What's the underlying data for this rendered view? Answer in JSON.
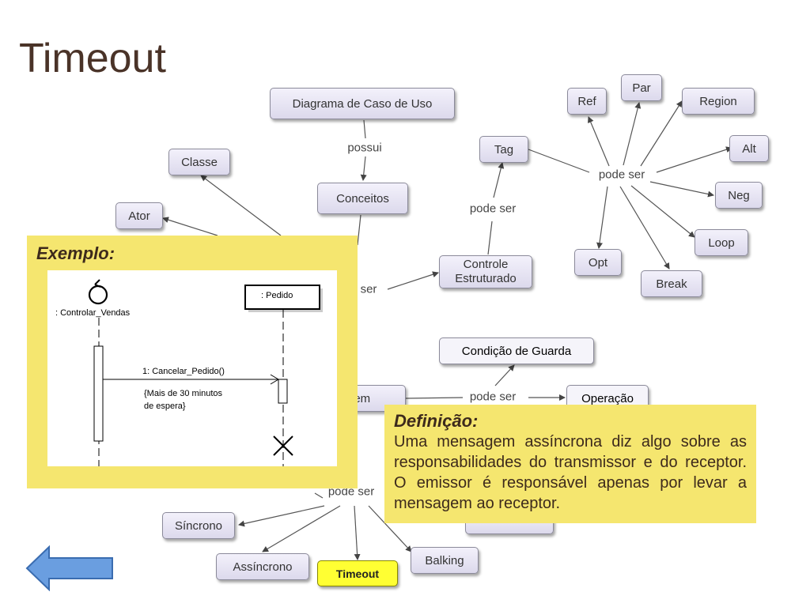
{
  "slide": {
    "title": "Timeout"
  },
  "nodes": {
    "diagrama_caso_uso": "Diagrama de Caso de Uso",
    "conceitos": "Conceitos",
    "classe": "Classe",
    "ator": "Ator",
    "tag": "Tag",
    "controle_estruturado": "Controle\nEstruturado",
    "ref": "Ref",
    "par": "Par",
    "region": "Region",
    "alt": "Alt",
    "neg": "Neg",
    "loop": "Loop",
    "opt": "Opt",
    "break": "Break",
    "condicao_guarda": "Condição de Guarda",
    "mensagem_partial": "gem",
    "operacao": "Operação",
    "sincrono": "Síncrono",
    "assincrono": "Assíncrono",
    "timeout": "Timeout",
    "balking": "Balking"
  },
  "links": {
    "possui": "possui",
    "pode_ser_tag": "pode ser",
    "pode_ser_star": "pode ser",
    "ser_partial": "ser",
    "pode_ser_msg": "pode ser",
    "pode_ser_bottom": "pode ser"
  },
  "example": {
    "heading": "Exemplo:",
    "actor_label": ": Controlar_Vendas",
    "object_label": ": Pedido",
    "message_label": "1: Cancelar_Pedido()",
    "constraint_line1": "{Mais de 30 minutos",
    "constraint_line2": "de espera}"
  },
  "definition": {
    "heading": "Definição:",
    "text": "Uma mensagem assíncrona diz algo sobre as responsabilidades do transmissor e do receptor. O emissor é responsável apenas por levar a mensagem ao receptor."
  },
  "nav": {
    "back_icon": "left-arrow-icon",
    "back_color": "#6a9ee0"
  },
  "colors": {
    "highlight": "#ffff33",
    "panel": "#f5e66f",
    "title": "#4a3328"
  }
}
